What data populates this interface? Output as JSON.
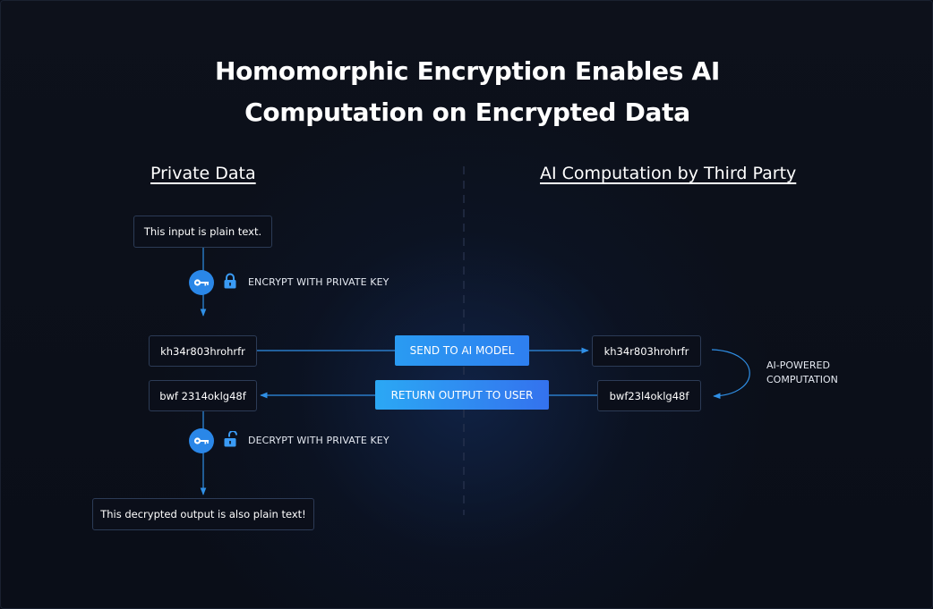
{
  "title": {
    "line1": "Homomorphic Encryption Enables AI",
    "line2": "Computation on Encrypted Data"
  },
  "sections": {
    "left_heading": "Private Data",
    "right_heading": "AI Computation by Third Party"
  },
  "nodes": {
    "plain_input": "This input is plain text.",
    "cipher_input_left": "kh34r803hrohrfr",
    "cipher_input_right": "kh34r803hrohrfr",
    "cipher_output_right": "bwf23l4oklg48f",
    "cipher_output_left": "bwf 2314oklg48f",
    "plain_output": "This decrypted output is also plain text!"
  },
  "actions": {
    "send": "SEND TO AI MODEL",
    "return": "RETURN OUTPUT TO USER"
  },
  "steps": {
    "encrypt": "ENCRYPT WITH PRIVATE KEY",
    "decrypt": "DECRYPT WITH PRIVATE KEY",
    "ai_line1": "AI-POWERED",
    "ai_line2": "COMPUTATION"
  },
  "icons": {
    "encrypt_key": "key-icon",
    "encrypt_lock": "lock-closed-icon",
    "decrypt_key": "key-icon",
    "decrypt_lock": "lock-open-icon"
  },
  "colors": {
    "background": "#0a0e17",
    "accent_blue": "#2a87e8",
    "connector": "#2f8fe6",
    "box_border": "#2c3b56",
    "divider": "#2a3550"
  }
}
